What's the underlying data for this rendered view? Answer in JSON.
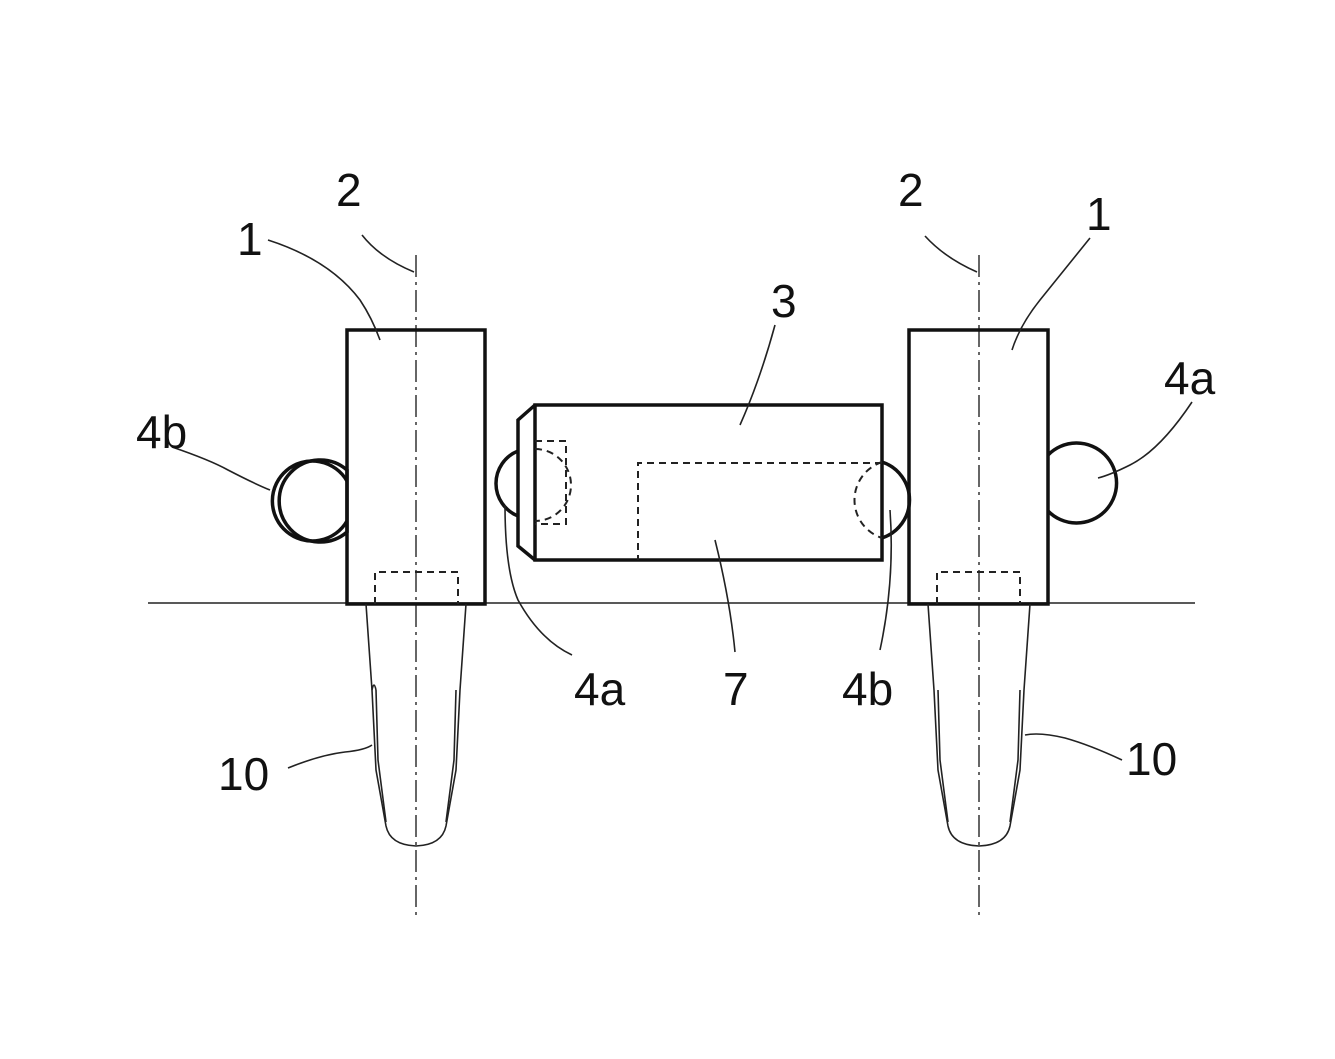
{
  "figure": {
    "labels": {
      "left_block": "1",
      "right_block": "1",
      "left_axis": "2",
      "right_axis": "2",
      "middle_block": "3",
      "left_outer_ball": "4b",
      "left_inner_ball": "4a",
      "right_inner_ball": "4b",
      "right_outer_ball": "4a",
      "middle_inner_part": "7",
      "left_pin": "10",
      "right_pin": "10"
    }
  }
}
